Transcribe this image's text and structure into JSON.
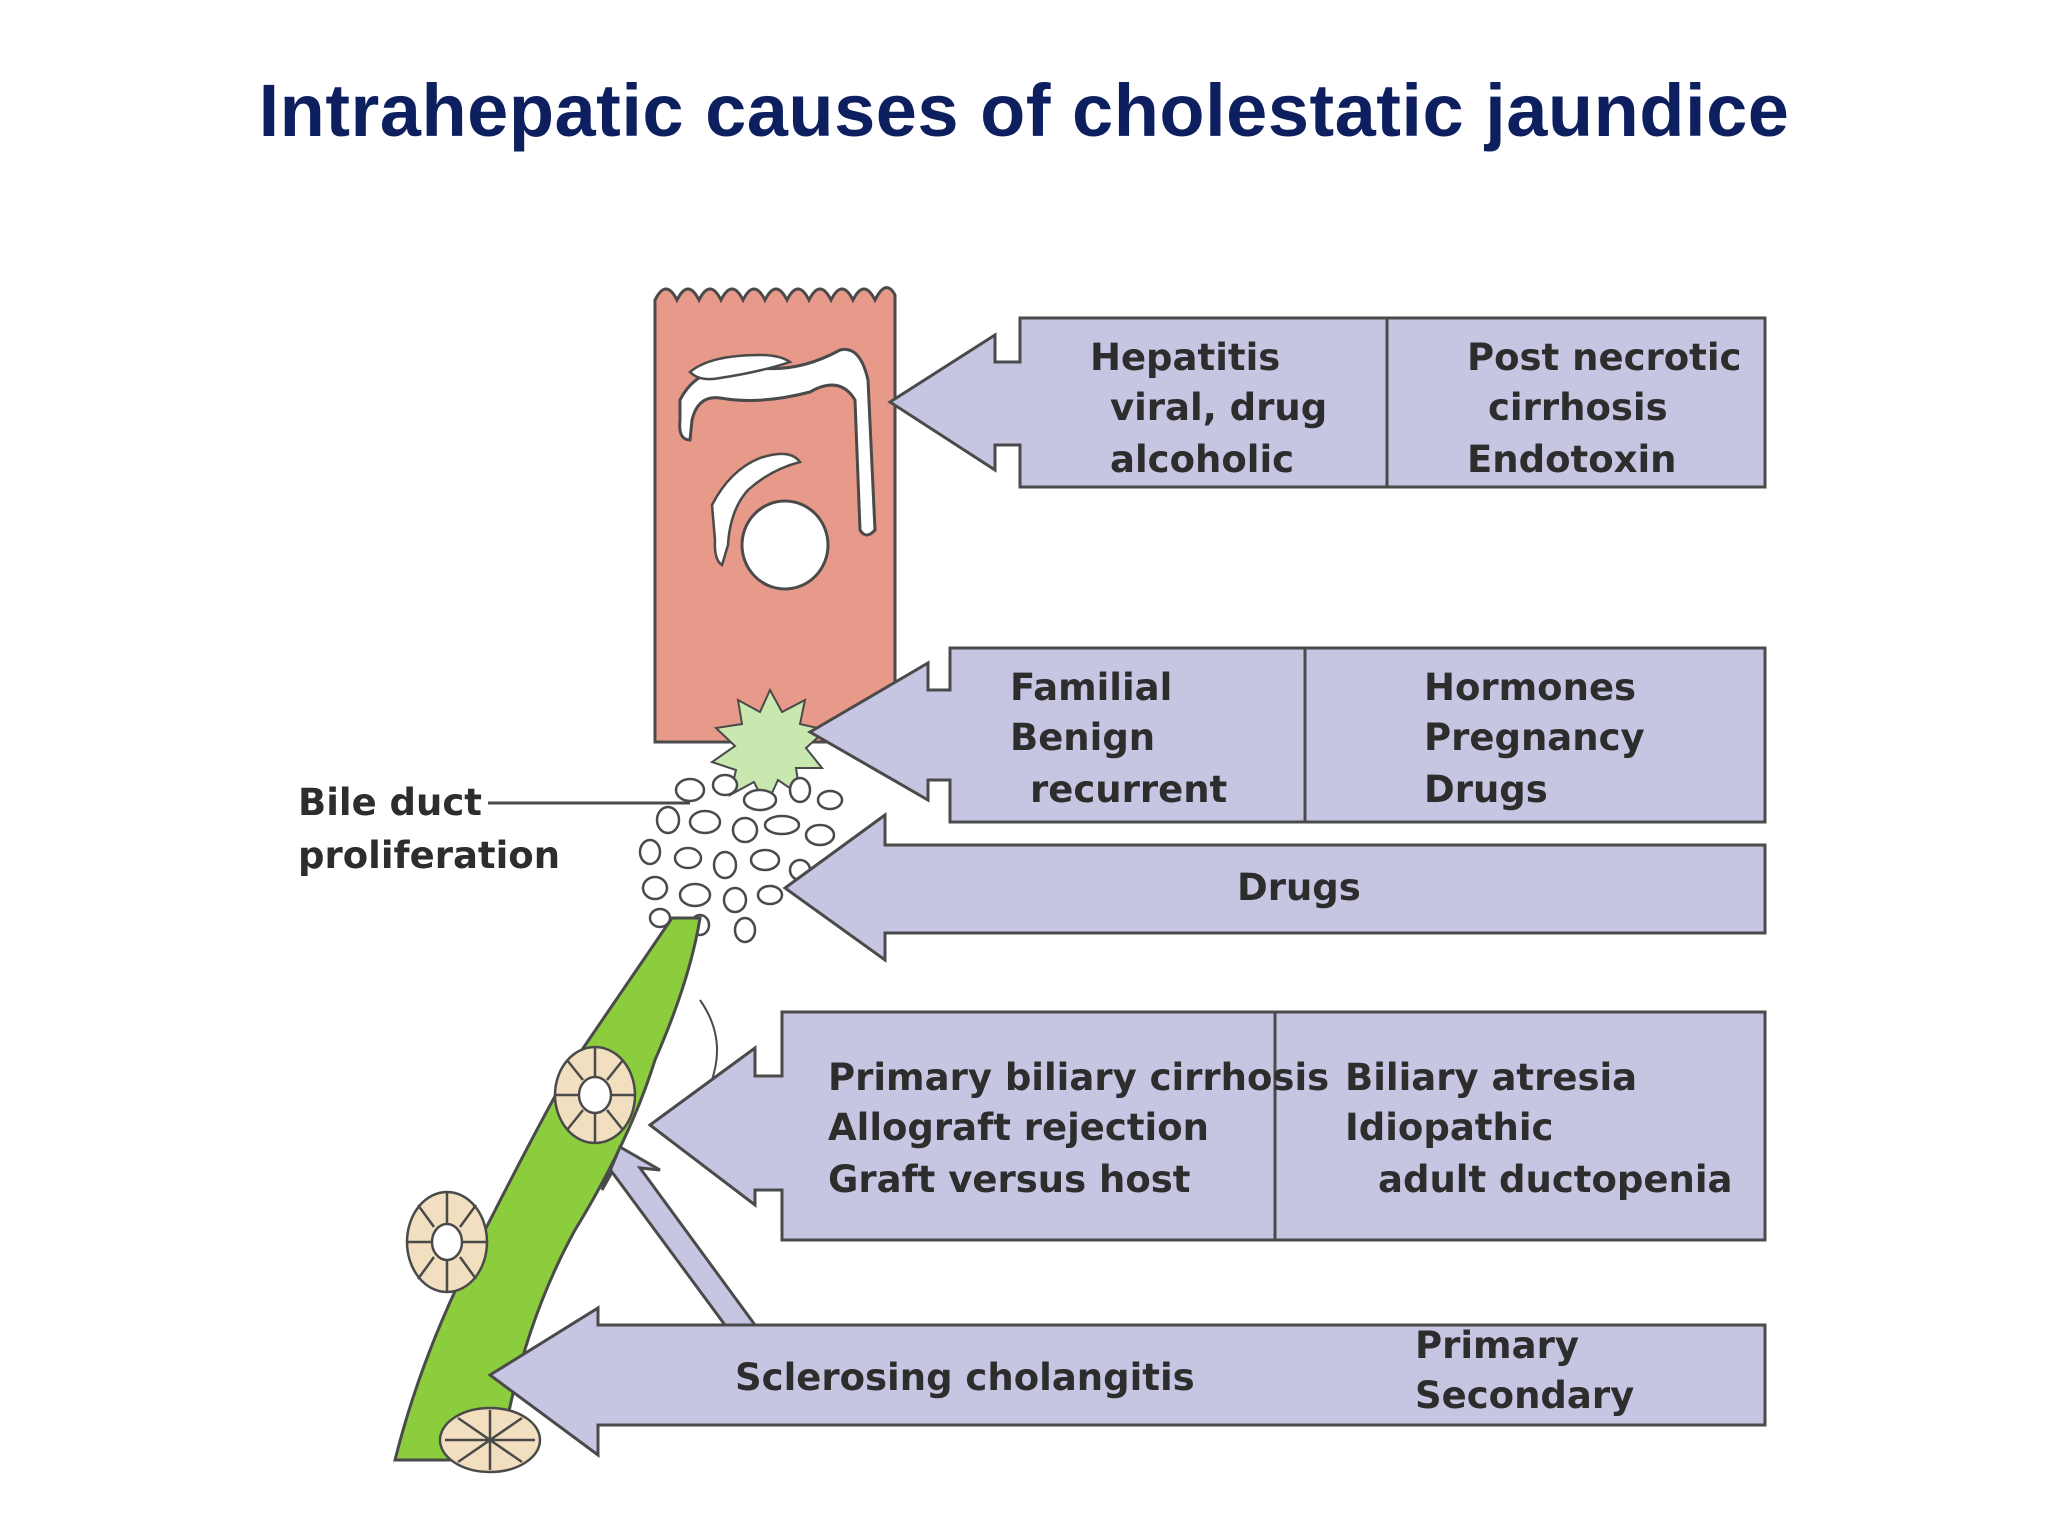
{
  "title": "Intrahepatic causes of  cholestatic jaundice",
  "colors": {
    "title": "#0d1f5e",
    "arrow_fill": "#c6c6e3",
    "outline": "#4a4a4a",
    "hepatocyte": "#e89a8a",
    "bile_duct": "#8ccd3e",
    "cell_fill": "#f2dfc0"
  },
  "side_label": {
    "line1": "Bile duct",
    "line2": "proliferation"
  },
  "arrows": [
    {
      "left": {
        "lines": [
          "Hepatitis",
          "viral, drug",
          "alcoholic"
        ]
      },
      "right": {
        "lines": [
          "Post necrotic",
          "cirrhosis",
          "Endotoxin"
        ]
      }
    },
    {
      "left": {
        "lines": [
          "Familial",
          "Benign",
          "recurrent"
        ]
      },
      "right": {
        "lines": [
          "Hormones",
          "Pregnancy",
          "Drugs"
        ]
      }
    },
    {
      "center": {
        "lines": [
          "Drugs"
        ]
      }
    },
    {
      "left": {
        "lines": [
          "Primary biliary cirrhosis",
          "Allograft rejection",
          "Graft versus host"
        ]
      },
      "right": {
        "lines": [
          "Biliary atresia",
          "Idiopathic",
          "adult ductopenia"
        ]
      }
    },
    {
      "left": {
        "lines": [
          "Sclerosing cholangitis"
        ]
      },
      "right": {
        "lines": [
          "Primary",
          "Secondary"
        ]
      }
    }
  ]
}
